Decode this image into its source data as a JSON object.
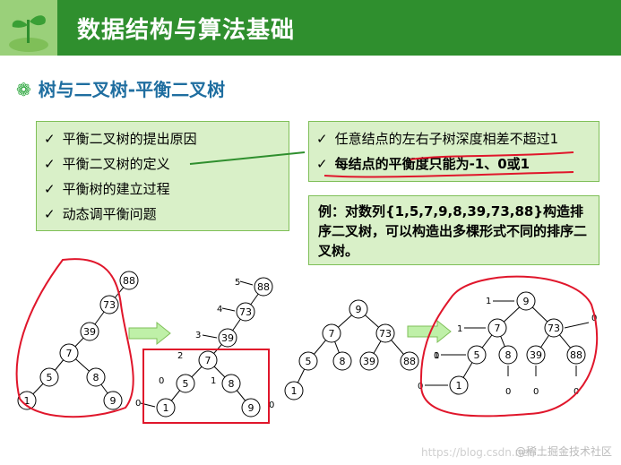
{
  "header": {
    "title": "数据结构与算法基础"
  },
  "section": {
    "bullet": "❁",
    "title": "树与二叉树-平衡二叉树"
  },
  "left_box": {
    "items": [
      "平衡二叉树的提出原因",
      "平衡二叉树的定义",
      "平衡树的建立过程",
      "动态调平衡问题"
    ]
  },
  "right_box": {
    "items": [
      "任意结点的左右子树深度相差不超过1",
      "每结点的平衡度只能为-1、0或1"
    ]
  },
  "example_box": {
    "text": "例：对数列{1,5,7,9,8,39,73,88}构造排序二叉树，可以构造出多棵形式不同的排序二叉树。"
  },
  "check_mark": "✓",
  "trees": {
    "tree1": [
      "88",
      "73",
      "39",
      "7",
      "5",
      "8",
      "1",
      "9"
    ],
    "tree2": [
      "88",
      "73",
      "39",
      "7",
      "5",
      "8",
      "1",
      "9"
    ],
    "tree3": [
      "9",
      "7",
      "73",
      "5",
      "8",
      "39",
      "88",
      "1"
    ],
    "tree4": [
      "9",
      "7",
      "73",
      "5",
      "8",
      "39",
      "88",
      "1"
    ]
  },
  "annotations": {
    "tree2": [
      "5",
      "4",
      "3",
      "2",
      "0",
      "1",
      "0",
      "0"
    ],
    "tree4": [
      "1",
      "0",
      "1",
      "0",
      "1",
      "0",
      "0",
      "0",
      "0"
    ]
  },
  "watermark": {
    "url": "https://blog.csdn.net/...",
    "brand": "@稀土掘金技术社区"
  },
  "colors": {
    "header_bg": "#2f8f2e",
    "box_bg": "#d9f0c8",
    "section_text": "#1f6ea0",
    "ink_red": "#e0162b"
  }
}
